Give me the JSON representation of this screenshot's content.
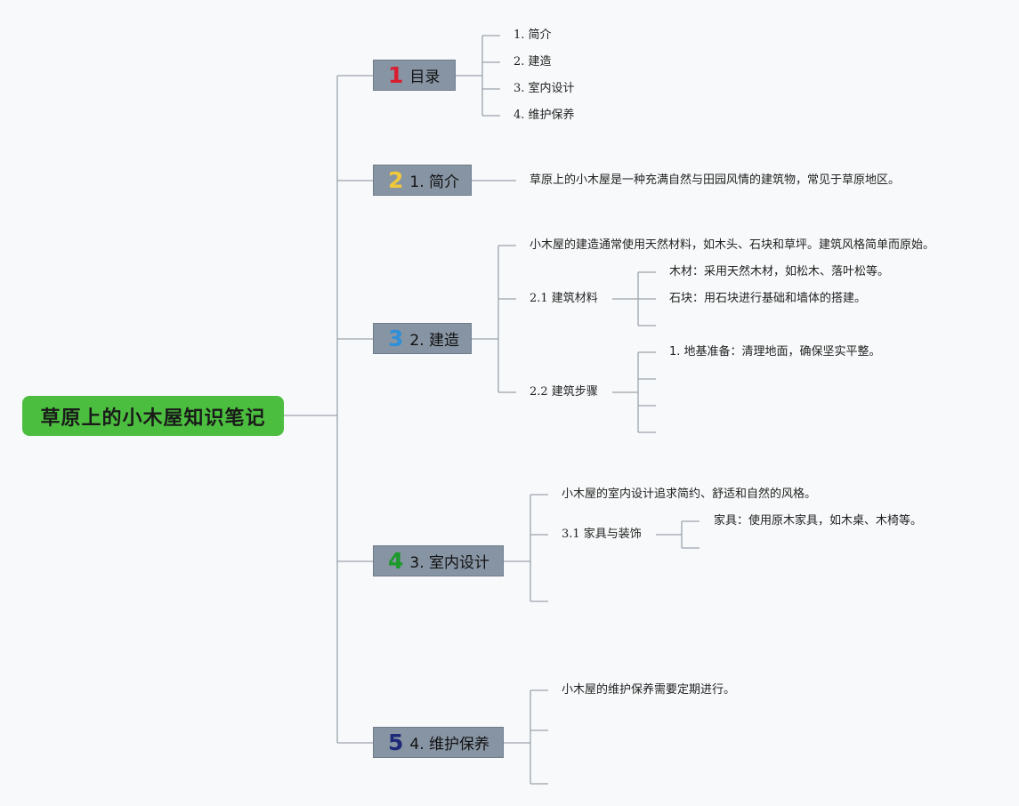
{
  "root": {
    "label": "草原上的小木屋知识笔记"
  },
  "colors": {
    "root_bg": "#4cbe3f",
    "branch_bg": "#8794a3",
    "line": "#9aa3ad",
    "num1": "#d81e2f",
    "num2": "#f0c93a",
    "num3": "#2f8fd8",
    "num4": "#1b9a2a",
    "num5": "#1d2a7a"
  },
  "branches": [
    {
      "num": "1",
      "label": "目录"
    },
    {
      "num": "2",
      "label": "1. 简介"
    },
    {
      "num": "3",
      "label": "2. 建造"
    },
    {
      "num": "4",
      "label": "3. 室内设计"
    },
    {
      "num": "5",
      "label": "4. 维护保养"
    }
  ],
  "toc": [
    "1. 简介",
    "2. 建造",
    "3. 室内设计",
    "4. 维护保养"
  ],
  "intro": {
    "text": "草原上的小木屋是一种充满自然与田园风情的建筑物，常见于草原地区。"
  },
  "build": {
    "summary": "小木屋的建造通常使用天然材料，如木头、石块和草坪。建筑风格简单而原始。",
    "materials": {
      "label": "2.1 建筑材料",
      "items": [
        "木材：采用天然木材，如松木、落叶松等。",
        "石块：用石块进行基础和墙体的搭建。"
      ]
    },
    "steps": {
      "label": "2.2 建筑步骤",
      "items": [
        "1. 地基准备：清理地面，确保坚实平整。"
      ]
    }
  },
  "interior": {
    "summary": "小木屋的室内设计追求简约、舒适和自然的风格。",
    "furniture": {
      "label": "3.1 家具与装饰",
      "items": [
        "家具：使用原木家具，如木桌、木椅等。"
      ]
    }
  },
  "maintenance": {
    "summary": "小木屋的维护保养需要定期进行。"
  }
}
